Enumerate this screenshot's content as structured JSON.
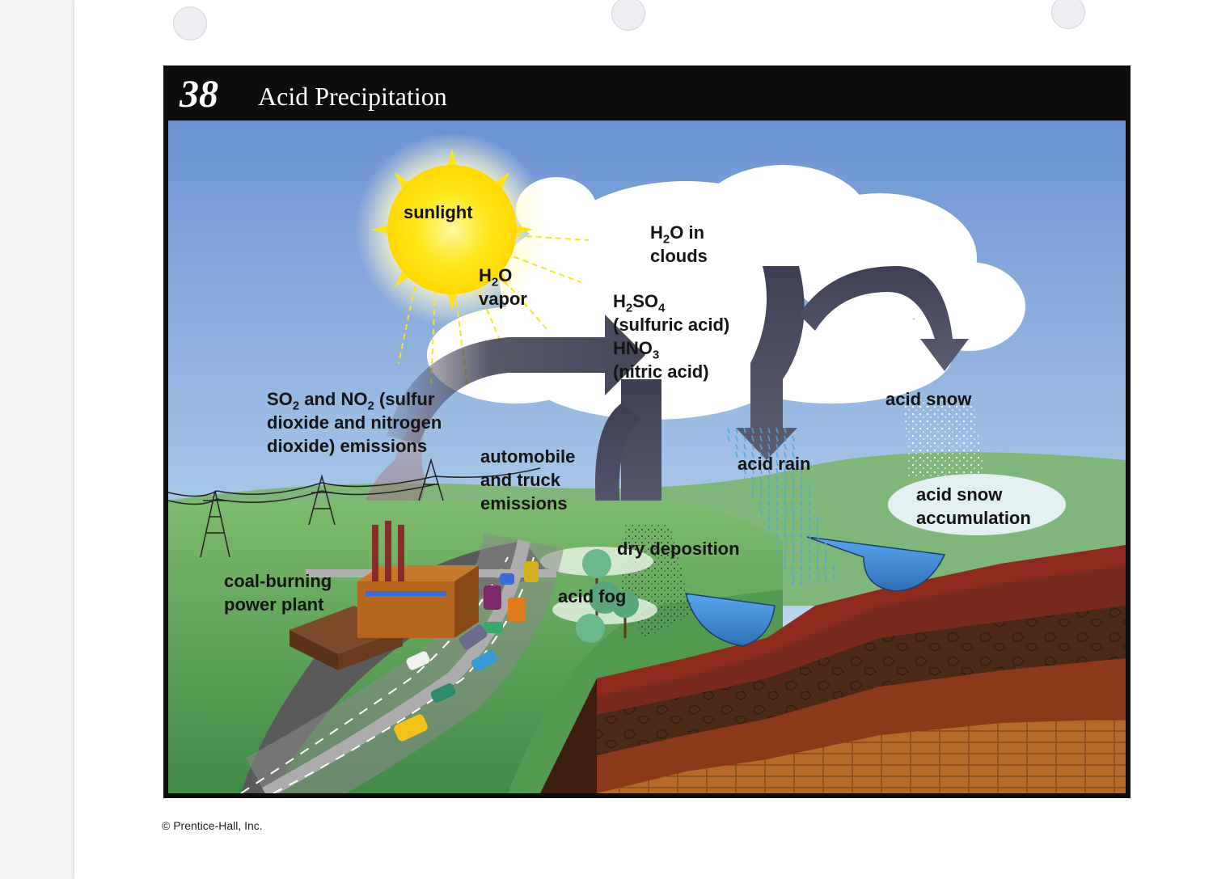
{
  "title": {
    "number": "38",
    "text": "Acid Precipitation"
  },
  "labels": {
    "sunlight": "sunlight",
    "h2o_clouds_a": "H",
    "h2o_clouds_sub": "2",
    "h2o_clouds_b": "O in",
    "h2o_clouds_c": "clouds",
    "h2o_vapor_a": "H",
    "h2o_vapor_sub": "2",
    "h2o_vapor_b": "O",
    "h2o_vapor_c": "vapor",
    "h2so4_a": "H",
    "h2so4_sub1": "2",
    "h2so4_b": "SO",
    "h2so4_sub2": "4",
    "sulfuric": "(sulfuric acid)",
    "hno3_a": "HNO",
    "hno3_sub": "3",
    "nitric": "(nitric acid)",
    "emissions_a": "SO",
    "emissions_sub1": "2",
    "emissions_b": " and NO",
    "emissions_sub2": "2",
    "emissions_c": " (sulfur",
    "emissions_line2": "dioxide and nitrogen",
    "emissions_line3": "dioxide) emissions",
    "auto_line1": "automobile",
    "auto_line2": "and truck",
    "auto_line3": "emissions",
    "acid_rain": "acid rain",
    "acid_snow": "acid snow",
    "snow_accum_line1": "acid snow",
    "snow_accum_line2": "accumulation",
    "dry_deposition": "dry deposition",
    "acid_fog": "acid fog",
    "power_line1": "coal-burning",
    "power_line2": "power plant"
  },
  "footer": {
    "copyright": "© Prentice-Hall, Inc."
  },
  "colors": {
    "sky_top": "#6f95d4",
    "sky_bottom": "#c9e0ef",
    "sun": "#ffe61a",
    "arrow": "#45465a",
    "water": "#3a86d6",
    "grass": "#5ea35a",
    "soil_top": "#9e2e1e"
  }
}
